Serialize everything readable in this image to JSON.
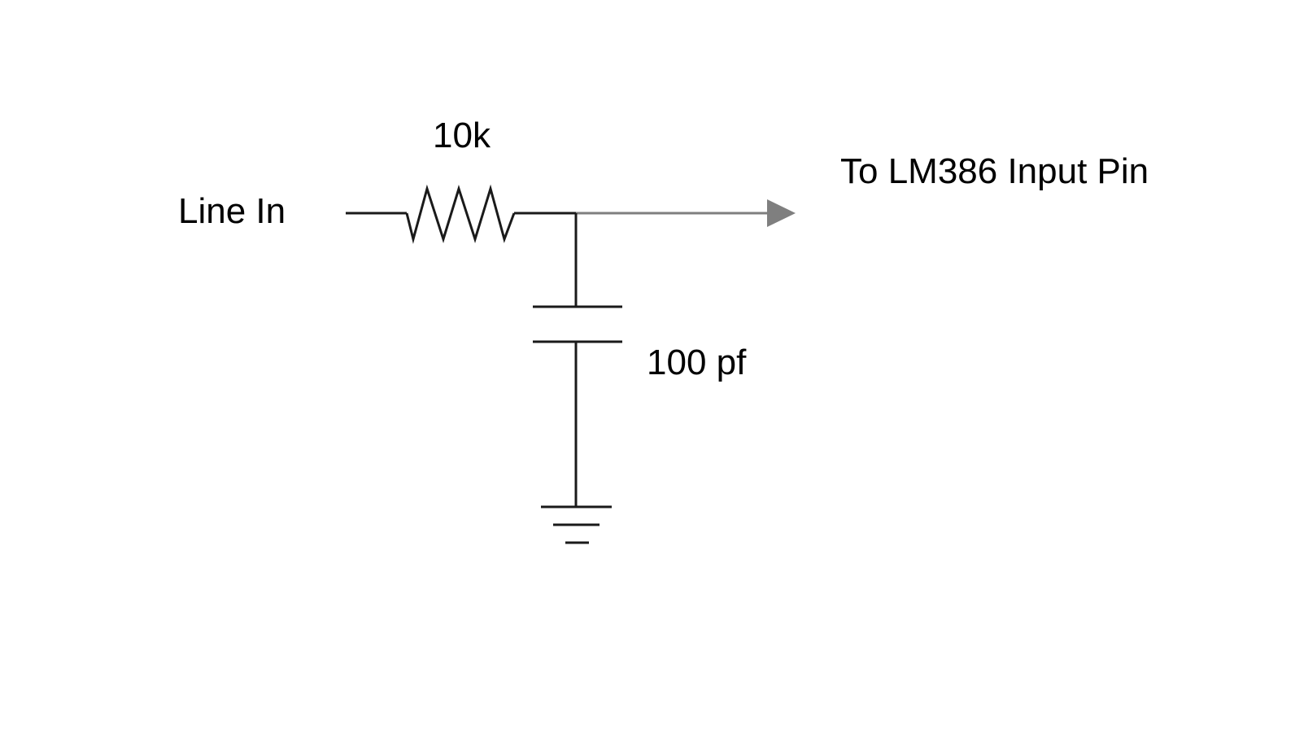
{
  "labels": {
    "input": "Line In",
    "resistor": "10k",
    "capacitor": "100 pf",
    "output": "To LM386 Input Pin"
  },
  "colors": {
    "wire": "#1a1a1a",
    "output_arrow": "#7f7f7f",
    "background": "#ffffff"
  }
}
